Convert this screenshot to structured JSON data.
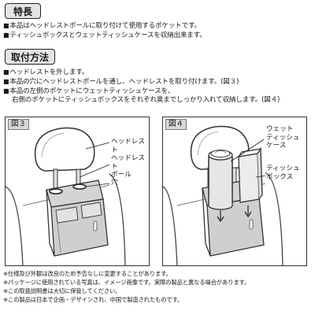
{
  "features": {
    "heading": "特長",
    "items": [
      "本品はヘッドレストポールに取り付けて使用するポケットです。",
      "ティッシュボックスとウェットティッシュケースを収納出来ます。"
    ]
  },
  "install": {
    "heading": "取付方法",
    "items": [
      "ヘッドレストを外します。",
      "本品の穴にヘッドレストポールを通し、ヘッドレストを取り付けます。(図３)",
      "本品の左側のポケットにウェットティッシュケースを、",
      "右側のポケットにティッシュボックスをそれぞれ奥までしっかり入れて収納します。(図４)"
    ]
  },
  "figure3": {
    "label": "図３",
    "headrest_label": "ヘッドレスト",
    "pole_label_1": "ヘッドレスト",
    "pole_label_2": "ポール",
    "hole_label": "穴"
  },
  "figure4": {
    "label": "図４",
    "wet_label_1": "ウェット",
    "wet_label_2": "ティッシュ",
    "wet_label_3": "ケース",
    "tissue_label_1": "ティッシュ",
    "tissue_label_2": "ボックス"
  },
  "notes": [
    "※仕様及び外観は改良のため予告なしに変更することがあります。",
    "※パッケージに使用されている写真は、イメージ画像です。実際の製品と異なる場合があります。",
    "※この取扱説明書は大切に保管してください。",
    "※この製品は日本で企画・デザインされ、中国で製造されたものです。"
  ],
  "icons": {
    "bullet": "black-square-bullet"
  }
}
